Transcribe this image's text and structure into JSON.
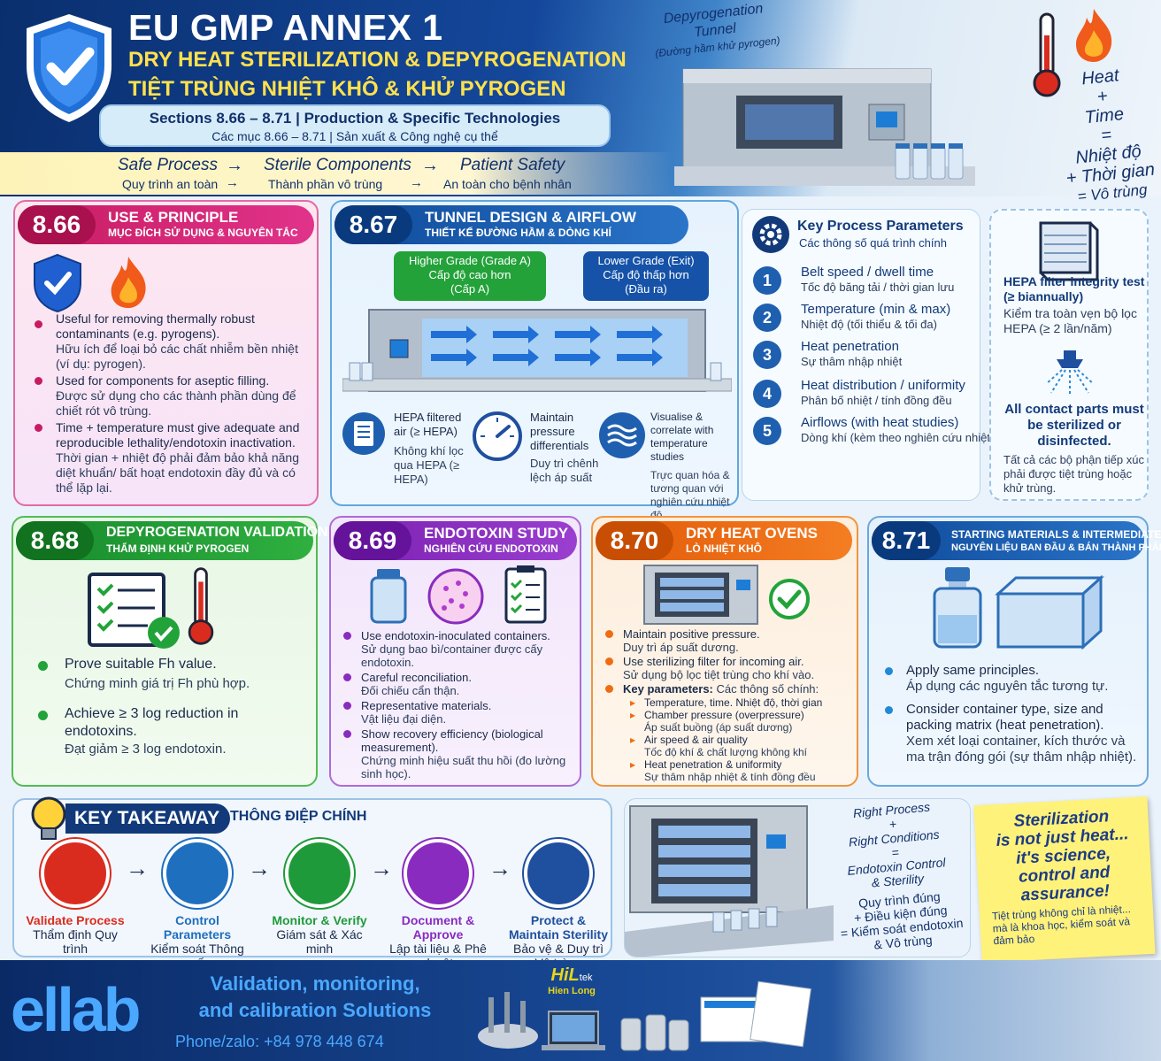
{
  "header": {
    "title": "EU GMP ANNEX 1",
    "subtitle_en": "DRY HEAT STERILIZATION & DEPYROGENATION",
    "subtitle_vn": "TIỆT TRÙNG NHIỆT KHÔ & KHỬ PYROGEN",
    "sections_en": "Sections 8.66 – 8.71   |   Production & Specific Technologies",
    "sections_vn": "Các mục 8.66 – 8.71   |   Sản xuất & Công nghệ cụ thể",
    "flow": [
      {
        "en": "Safe Process",
        "vn": "Quy trình an toàn"
      },
      {
        "en": "Sterile Components",
        "vn": "Thành phần vô trùng"
      },
      {
        "en": "Patient Safety",
        "vn": "An toàn cho bệnh nhân"
      }
    ],
    "flow_arrow": "→",
    "tunnel_label_en": "Depyrogenation Tunnel",
    "tunnel_label_vn": "(Đường hầm khử pyrogen)",
    "heat_l1": "Heat",
    "heat_l2": "+",
    "heat_l3": "Time",
    "heat_l4": "=",
    "heat_l5": "Nhiệt độ",
    "heat_l6": "+ Thời gian",
    "heat_l7": "= Vô trùng"
  },
  "s866": {
    "num": "8.66",
    "title": "USE & PRINCIPLE",
    "title_vn": "MỤC ĐÍCH SỬ DỤNG & NGUYÊN TẮC",
    "b1_en": "Useful for removing thermally robust contaminants (e.g. pyrogens).",
    "b1_vn": "Hữu ích để loại bỏ các chất nhiễm bền nhiệt (ví dụ: pyrogen).",
    "b2_en": "Used for components for aseptic filling.",
    "b2_vn": "Được sử dụng cho các thành phần dùng để chiết rót vô trùng.",
    "b3_en": "Time + temperature must give adequate and reproducible lethality/endotoxin inactivation.",
    "b3_vn": "Thời gian + nhiệt độ phải đảm bảo khả năng diệt khuẩn/ bất hoạt endotoxin đầy đủ và có thể lặp lại."
  },
  "s867": {
    "num": "8.67",
    "title": "TUNNEL DESIGN & AIRFLOW",
    "title_vn": "THIẾT KẾ ĐƯỜNG HẦM & DÒNG KHÍ",
    "grade_a_l1": "Higher Grade (Grade A)",
    "grade_a_l2": "Cấp độ cao hơn",
    "grade_a_l3": "(Cấp A)",
    "exit_l1": "Lower Grade (Exit)",
    "exit_l2": "Cấp độ thấp hơn",
    "exit_l3": "(Đầu ra)",
    "f1_en": "HEPA filtered air (≥ HEPA)",
    "f1_vn": "Không khí lọc qua HEPA (≥ HEPA)",
    "f2_en": "Maintain pressure differentials",
    "f2_vn": "Duy trì chênh lệch áp suất",
    "f3_en": "Visualise & correlate with temperature studies",
    "f3_vn": "Trực quan hóa & tương quan với nghiên cứu nhiệt độ"
  },
  "params": {
    "title": "Key Process Parameters",
    "title_vn": "Các thông số quá trình chính",
    "items": [
      {
        "n": "1",
        "en": "Belt speed / dwell time",
        "vn": "Tốc độ băng tải / thời gian lưu"
      },
      {
        "n": "2",
        "en": "Temperature (min & max)",
        "vn": "Nhiệt độ (tối thiểu & tối đa)"
      },
      {
        "n": "3",
        "en": "Heat penetration",
        "vn": "Sự thâm nhập nhiệt"
      },
      {
        "n": "4",
        "en": "Heat distribution / uniformity",
        "vn": "Phân bố nhiệt / tính đồng đều"
      },
      {
        "n": "5",
        "en": "Airflows (with heat studies)",
        "vn": "Dòng khí (kèm theo nghiên cứu nhiệt)"
      }
    ]
  },
  "hepa": {
    "en": "HEPA filter integrity test (≥ biannually)",
    "vn": "Kiểm tra toàn vẹn bộ lọc HEPA (≥ 2 lần/năm)",
    "c_en": "All contact parts must be sterilized or disinfected.",
    "c_vn": "Tất cả các bộ phận tiếp xúc phải được tiệt trùng hoặc khử trùng."
  },
  "s868": {
    "num": "8.68",
    "title": "DEPYROGENATION VALIDATION",
    "title_vn": "THẨM ĐỊNH KHỬ PYROGEN",
    "b1_en": "Prove suitable Fh value.",
    "b1_vn": "Chứng minh giá trị Fh phù hợp.",
    "b2_en": "Achieve ≥ 3 log reduction in endotoxins.",
    "b2_vn": "Đạt giảm ≥ 3 log endotoxin."
  },
  "s869": {
    "num": "8.69",
    "title": "ENDOTOXIN STUDY",
    "title_vn": "NGHIÊN CỨU ENDOTOXIN",
    "b1_en": "Use endotoxin-inoculated containers.",
    "b1_vn": "Sử dụng bao bì/container được cấy endotoxin.",
    "b2_en": "Careful reconciliation.",
    "b2_vn": "Đối chiếu cẩn thận.",
    "b3_en": "Representative materials.",
    "b3_vn": "Vật liệu đại diện.",
    "b4_en": "Show recovery efficiency (biological measurement).",
    "b4_vn": "Chứng minh hiệu suất thu hồi (đo lường sinh học)."
  },
  "s870": {
    "num": "8.70",
    "title": "DRY HEAT OVENS",
    "title_vn": "LÒ NHIỆT KHÔ",
    "b1_en": "Maintain positive pressure.",
    "b1_vn": "Duy trì áp suất dương.",
    "b2_en": "Use sterilizing filter for incoming air.",
    "b2_vn": "Sử dụng bộ lọc tiệt trùng cho khí vào.",
    "b3_en": "Key parameters:",
    "b3_vn": "Các thông số chính:",
    "s1": "Temperature, time.  Nhiệt độ, thời gian",
    "s2_en": "Chamber pressure (overpressure)",
    "s2_vn": "Áp suất buồng (áp suất dương)",
    "s3_en": "Air speed & air quality",
    "s3_vn": "Tốc độ khí & chất lượng không khí",
    "s4_en": "Heat penetration & uniformity",
    "s4_vn": "Sự thâm nhập nhiệt & tính đồng đều"
  },
  "s871": {
    "num": "8.71",
    "title": "STARTING MATERIALS & INTERMEDIATES",
    "title_vn": "NGUYÊN LIỆU BAN ĐẦU & BÁN THÀNH PHẨM",
    "b1_en": "Apply same principles.",
    "b1_vn": "Áp dụng các nguyên tắc tương tự.",
    "b2_en": "Consider container type, size and packing matrix (heat penetration).",
    "b2_vn": "Xem xét loại container, kích thước và ma trận đóng gói (sự thâm nhập nhiệt)."
  },
  "takeaway": {
    "title": "KEY TAKEAWAY",
    "title_vn": "THÔNG ĐIỆP CHÍNH",
    "steps": [
      {
        "en": "Validate Process",
        "vn": "Thẩm định Quy trình",
        "color": "#d92c1f"
      },
      {
        "en": "Control Parameters",
        "vn": "Kiểm soát Thông số",
        "color": "#1f6fbf"
      },
      {
        "en": "Monitor & Verify",
        "vn": "Giám sát & Xác minh",
        "color": "#1f9a3a"
      },
      {
        "en": "Document & Approve",
        "vn": "Lập tài liệu & Phê duyệt",
        "color": "#8a2bbf"
      },
      {
        "en": "Protect & Maintain Sterility",
        "vn": "Bảo vệ & Duy trì Vô trùng",
        "color": "#1f4f9f"
      }
    ]
  },
  "equation": {
    "l1": "Right Process",
    "l2": "+",
    "l3": "Right Conditions",
    "l4": "=",
    "l5": "Endotoxin Control",
    "l6": "& Sterility",
    "v1": "Quy trình đúng",
    "v2": "+ Điều kiện đúng",
    "v3": "= Kiểm soát endotoxin",
    "v4": "& Vô trùng"
  },
  "note": {
    "l1": "Sterilization",
    "l2": "is not just heat...",
    "l3": "it's science,",
    "l4": "control and",
    "l5": "assurance!",
    "vn": "Tiệt trùng không chỉ là nhiệt... mà là khoa học, kiểm soát và đảm bảo"
  },
  "footer": {
    "logo": "ellab",
    "tag1": "Validation, monitoring,",
    "tag2": "and calibration Solutions",
    "phone": "Phone/zalo: +84 978 448 674",
    "brand_top": "HiL",
    "brand_small": "tek",
    "brand_name": "Hien Long"
  },
  "colors": {
    "pink": "#d6226e",
    "blue": "#1f5fb0",
    "green": "#22a33a",
    "purple": "#8a2bbf",
    "orange": "#ef6c12",
    "navy": "#123a7a"
  }
}
